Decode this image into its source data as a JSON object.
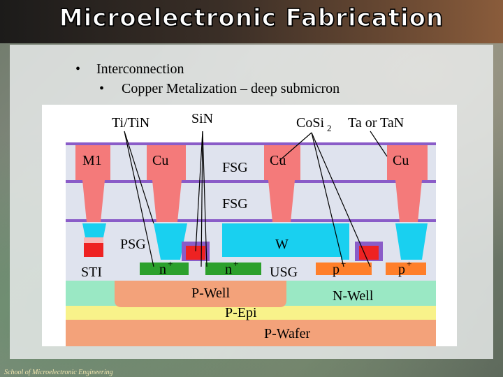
{
  "title": "Microelectronic Fabrication",
  "bullets": {
    "level1": "Interconnection",
    "level2": "Copper Metalization – deep submicron"
  },
  "diagram": {
    "top_labels": {
      "titin": "Ti/TiN",
      "sin": "SiN",
      "cosi2": "CoSi",
      "cosi2_sub": "2",
      "taortan": "Ta or TaN"
    },
    "layer_labels": {
      "m1": "M1",
      "cu1": "Cu",
      "fsg1": "FSG",
      "cu2": "Cu",
      "cu3": "Cu",
      "fsg2": "FSG",
      "psg": "PSG",
      "w": "W",
      "sti": "STI",
      "nplus1": "n",
      "nplus2": "n",
      "usg": "USG",
      "pminus": "p",
      "pplus": "p",
      "pwell": "P-Well",
      "nwell": "N-Well",
      "pepi": "P-Epi",
      "pwafer": "P-Wafer"
    },
    "superscripts": {
      "plus": "+",
      "minus": "−"
    }
  },
  "footer": "School of Microelectronic Engineering",
  "colors": {
    "copper": "#f47a7a",
    "tungsten": "#19d0f0",
    "oxide": "#dfe3ee",
    "pwell": "#f3a27a",
    "nwell": "#9ae8c4",
    "pepi": "#f8f28a",
    "pwafer": "#f3a27a",
    "barrier": "#8a5cc8",
    "ndiff": "#2ca02c",
    "pdiff": "#ff7f2a"
  }
}
